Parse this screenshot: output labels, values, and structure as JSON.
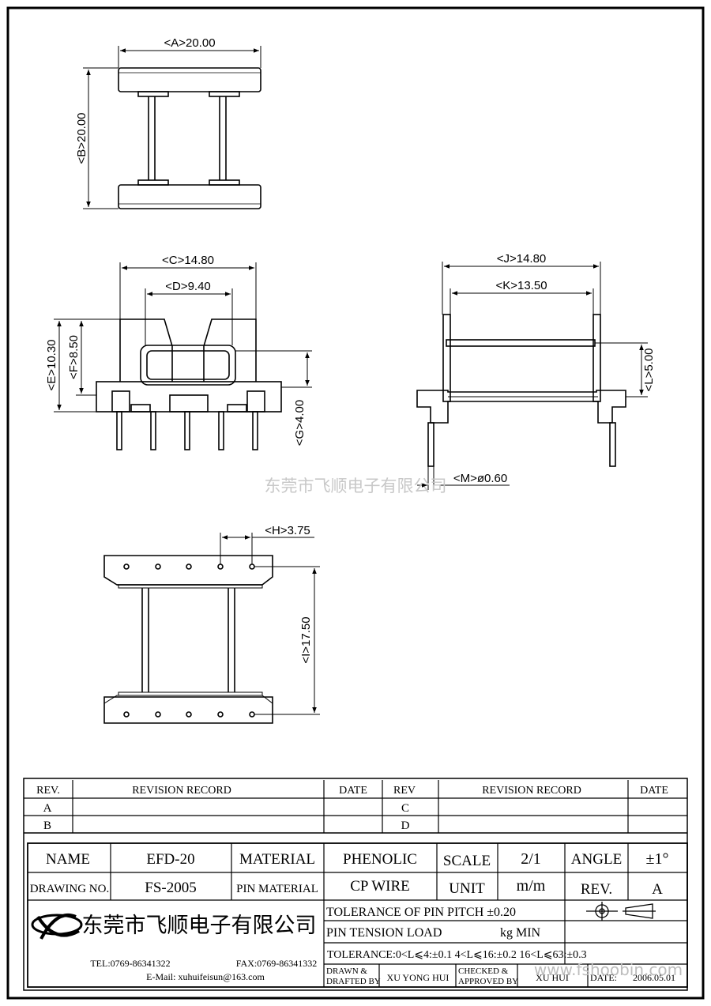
{
  "dimensions": {
    "a": "<A>20.00",
    "b": "<B>20.00",
    "c": "<C>14.80",
    "d": "<D>9.40",
    "e": "<E>10.30",
    "f": "<F>8.50",
    "g": "<G>4.00",
    "h": "<H>3.75",
    "i": "<I>17.50",
    "j": "<J>14.80",
    "k": "<K>13.50",
    "l": "<L>5.00",
    "m": "<M>ø0.60"
  },
  "watermark": "东莞市飞顺电子有限公司",
  "revision_table": {
    "rev_header": "REV.",
    "record_header": "REVISION RECORD",
    "date_header": "DATE",
    "rev_header_2": "REV",
    "record_header_2": "REVISION RECORD",
    "date_header_2": "DATE",
    "rows_left": [
      "A",
      "B"
    ],
    "rows_right": [
      "C",
      "D"
    ]
  },
  "title_block": {
    "name_label": "NAME",
    "name_value": "EFD-20",
    "material_label": "MATERIAL",
    "material_value": "PHENOLIC",
    "scale_label": "SCALE",
    "scale_value": "2/1",
    "angle_label": "ANGLE",
    "angle_value": "±1°",
    "drawing_no_label": "DRAWING NO.",
    "drawing_no_value": "FS-2005",
    "pin_material_label": "PIN MATERIAL",
    "pin_material_value": "CP WIRE",
    "unit_label": "UNIT",
    "unit_value": "m/m",
    "rev_label": "REV.",
    "rev_value": "A",
    "company_name": "东莞市飞顺电子有限公司",
    "pin_pitch_tolerance": "TOLERANCE OF PIN PITCH ±0.20",
    "pin_tension_label": "PIN TENSION  LOAD",
    "pin_tension_unit": "kg MIN",
    "tolerance_line": "TOLERANCE:0<L⩽4:±0.1  4<L⩽16:±0.2  16<L⩽63:±0.3",
    "tel": "TEL:0769-86341322",
    "fax": "FAX:0769-86341332",
    "email": "E-Mail: xuhuifeisun@163.com",
    "drawn_label_1": "DRAWN &",
    "drawn_label_2": "DRAFTED BY",
    "drawn_by": "XU YONG HUI",
    "checked_label_1": "CHECKED &",
    "checked_label_2": "APPROVED BY",
    "checked_by": "XU    HUI",
    "date_label": "DATE:",
    "date_value": "2006.05.01",
    "site_watermark": "www.fshoobin.com"
  }
}
